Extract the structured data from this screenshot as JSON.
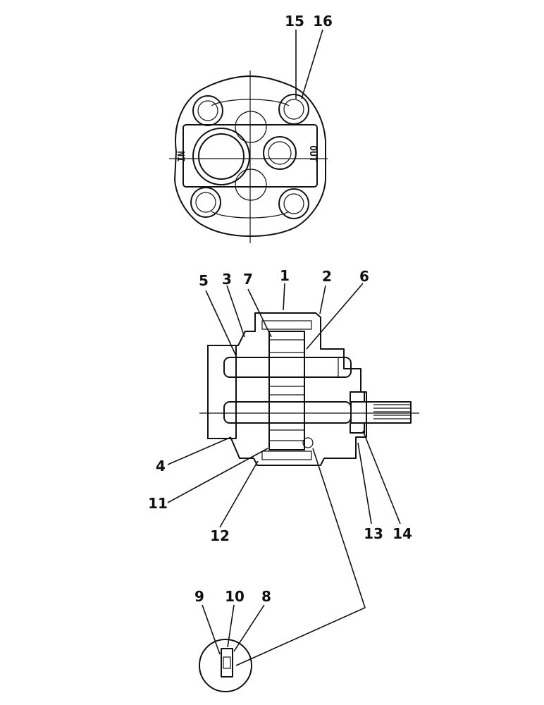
{
  "callouts": {
    "c1": "1",
    "c2": "2",
    "c3": "3",
    "c4": "4",
    "c5": "5",
    "c6": "6",
    "c7": "7",
    "c8": "8",
    "c9": "9",
    "c10": "10",
    "c11": "11",
    "c12": "12",
    "c13": "13",
    "c14": "14",
    "c15": "15",
    "c16": "16"
  },
  "ports": {
    "inlet_label": "IN",
    "outlet_label": "OUT"
  }
}
